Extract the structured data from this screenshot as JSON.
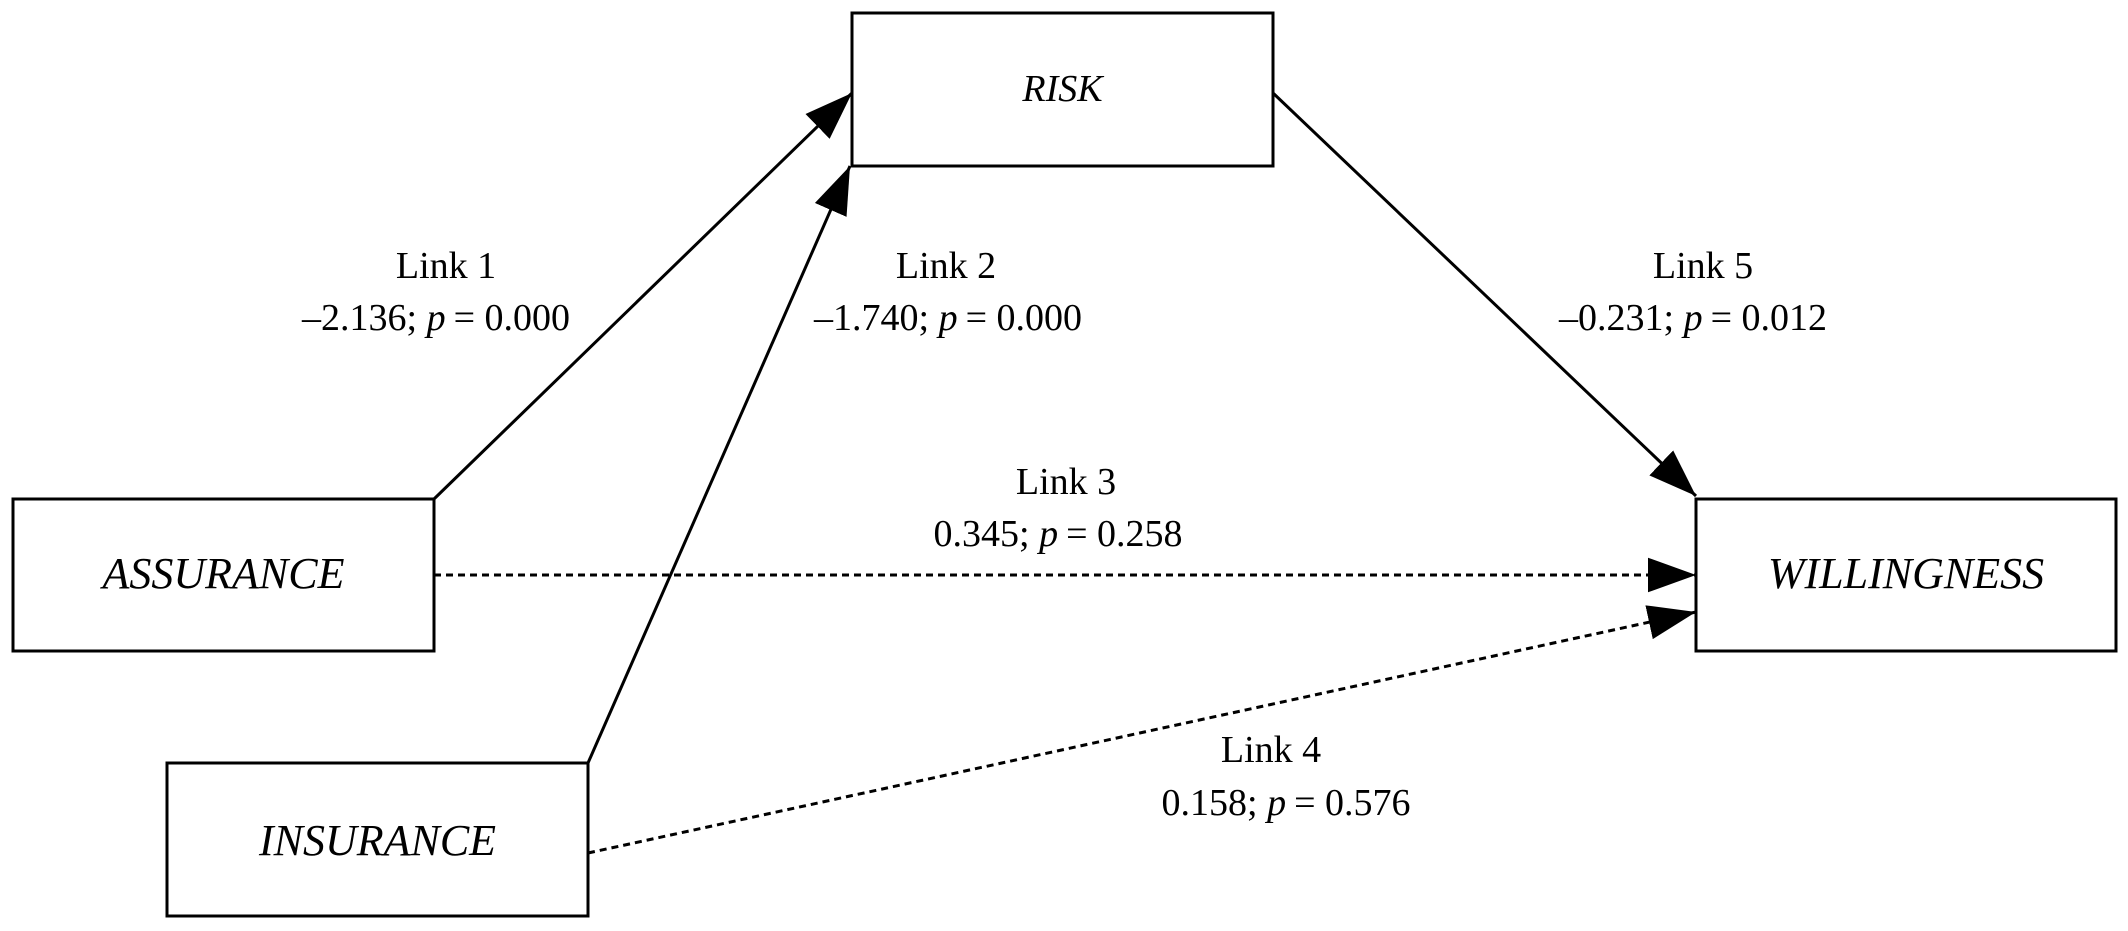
{
  "nodes": {
    "risk": {
      "label": "RISK"
    },
    "assurance": {
      "label": "ASSURANCE"
    },
    "insurance": {
      "label": "INSURANCE"
    },
    "willingness": {
      "label": "WILLINGNESS"
    }
  },
  "links": [
    {
      "name": "Link 1",
      "from": "ASSURANCE",
      "to": "RISK",
      "coef": "–2.136",
      "p_symbol": "p",
      "p_value": "= 0.000",
      "style": "solid"
    },
    {
      "name": "Link 2",
      "from": "INSURANCE",
      "to": "RISK",
      "coef": "–1.740",
      "p_symbol": "p",
      "p_value": "= 0.000",
      "style": "solid"
    },
    {
      "name": "Link 3",
      "from": "ASSURANCE",
      "to": "WILLINGNESS",
      "coef": "0.345",
      "p_symbol": "p",
      "p_value": "= 0.258",
      "style": "dotted"
    },
    {
      "name": "Link 4",
      "from": "INSURANCE",
      "to": "WILLINGNESS",
      "coef": "0.158",
      "p_symbol": "p",
      "p_value": "= 0.576",
      "style": "dotted"
    },
    {
      "name": "Link 5",
      "from": "RISK",
      "to": "WILLINGNESS",
      "coef": "–0.231",
      "p_symbol": "p",
      "p_value": "= 0.012",
      "style": "solid"
    }
  ],
  "colors": {
    "stroke": "#000000",
    "background": "#ffffff"
  }
}
